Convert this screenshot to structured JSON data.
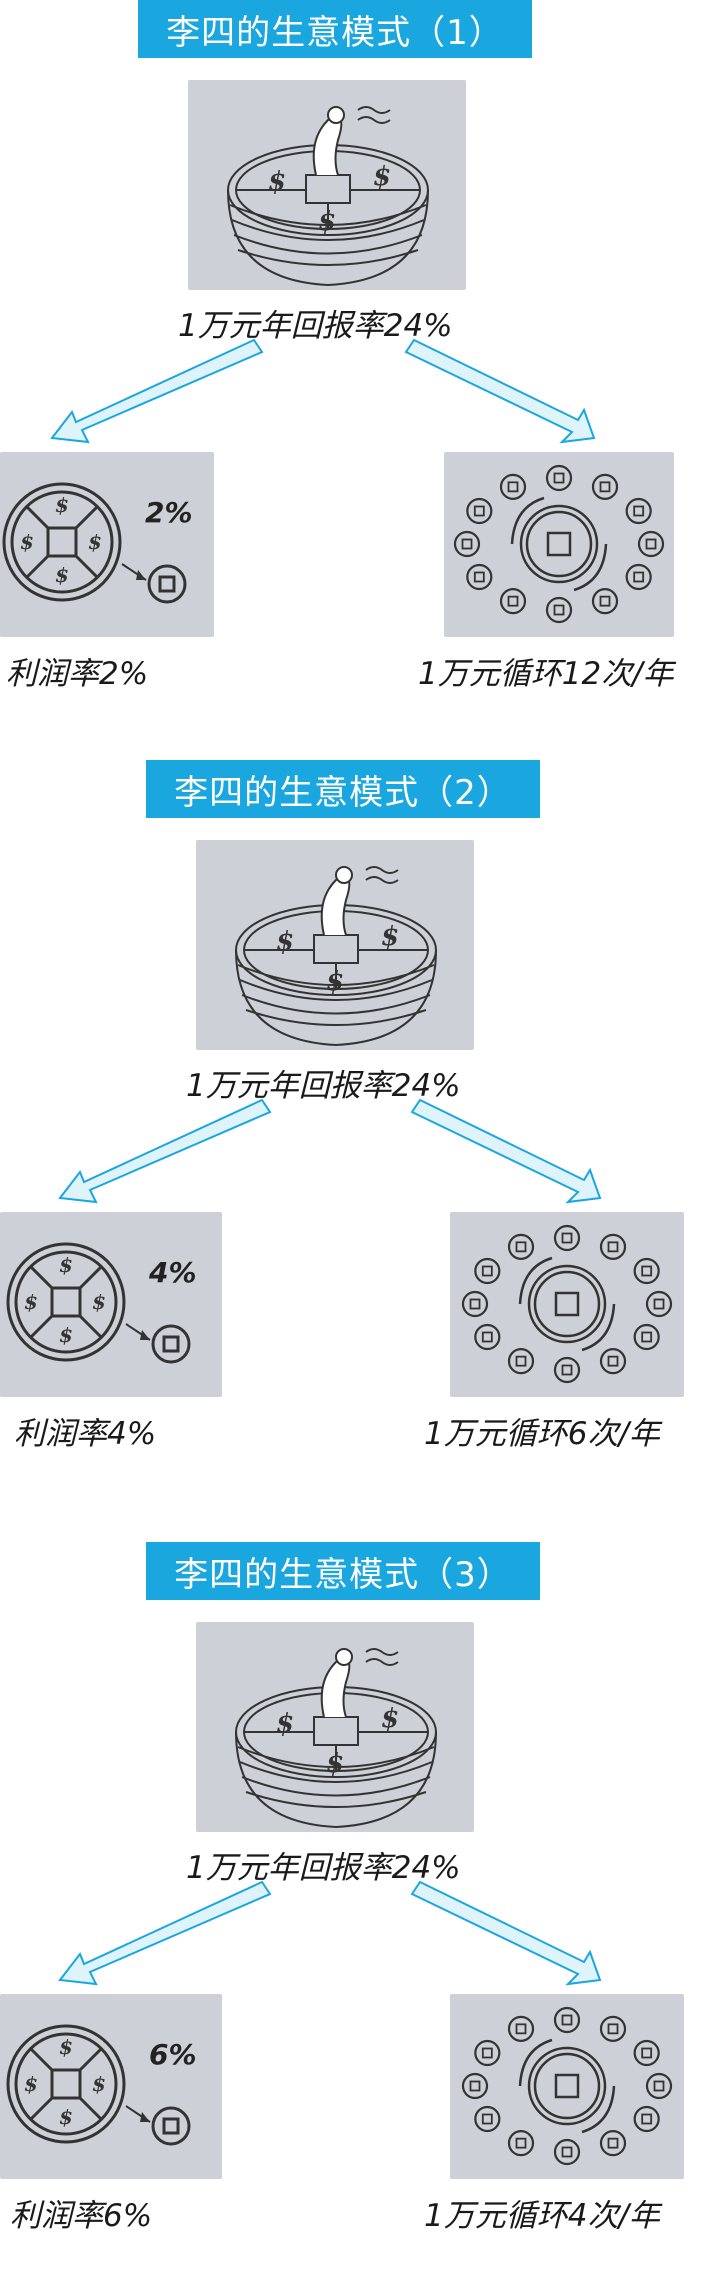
{
  "sections": [
    {
      "title": "李四的生意模式（1）",
      "center_label": "1万元年回报率24%",
      "left_label": "利润率2%",
      "left_pct": "2%",
      "right_label": "1万元循环12次/年",
      "cycle_count": 12
    },
    {
      "title": "李四的生意模式（2）",
      "center_label": "1万元年回报率24%",
      "left_label": "利润率4%",
      "left_pct": "4%",
      "right_label": "1万元循环6次/年",
      "cycle_count": 6
    },
    {
      "title": "李四的生意模式（3）",
      "center_label": "1万元年回报率24%",
      "left_label": "利润率6%",
      "left_pct": "6%",
      "right_label": "1万元循环4次/年",
      "cycle_count": 4
    }
  ],
  "colors": {
    "title_bg": "#1aa6df",
    "panel_bg": "#cdd0d6",
    "arrow_fill": "#dff3fb",
    "arrow_stroke": "#1aa6df"
  },
  "icons": {
    "top": "coin-stack-figure-icon",
    "left": "big-coin-small-coin-icon",
    "right": "coin-ring-cycle-icon"
  }
}
